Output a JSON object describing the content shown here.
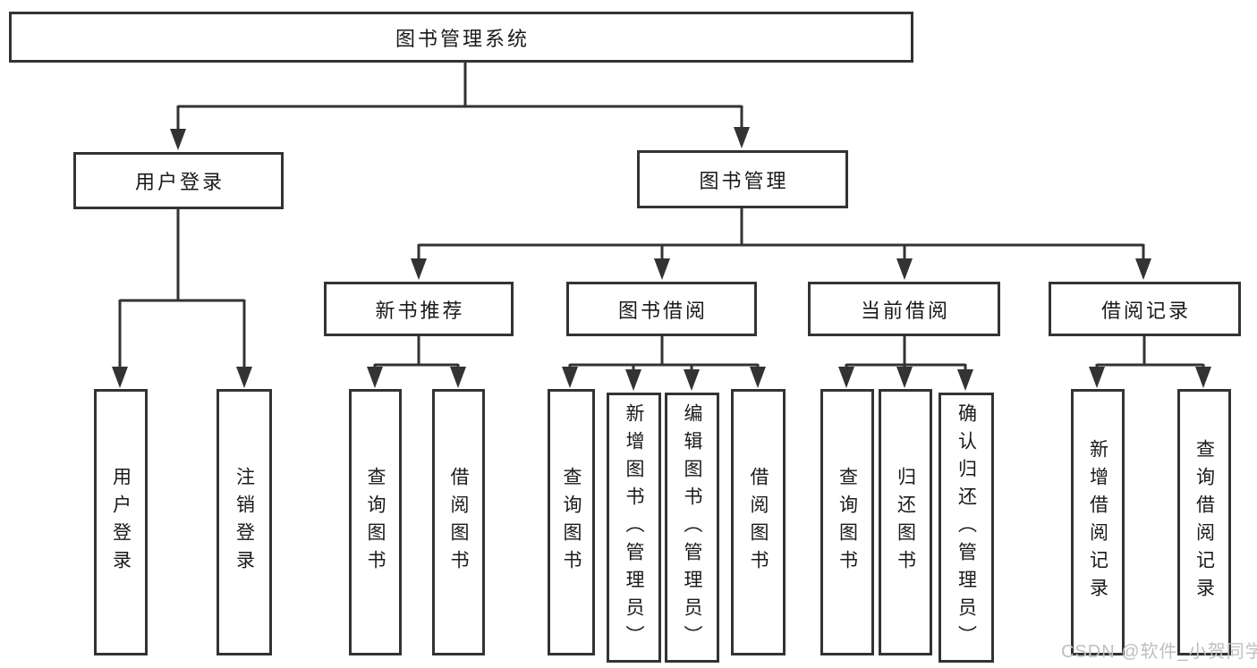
{
  "tree": {
    "label": "图书管理系统",
    "children": [
      {
        "label": "用户登录",
        "children": [
          {
            "label": "用户登录"
          },
          {
            "label": "注销登录"
          }
        ]
      },
      {
        "label": "图书管理",
        "children": [
          {
            "label": "新书推荐",
            "children": [
              {
                "label": "查询图书"
              },
              {
                "label": "借阅图书"
              }
            ]
          },
          {
            "label": "图书借阅",
            "children": [
              {
                "label": "查询图书"
              },
              {
                "label": "新增图书（管理员）"
              },
              {
                "label": "编辑图书（管理员）"
              },
              {
                "label": "借阅图书"
              }
            ]
          },
          {
            "label": "当前借阅",
            "children": [
              {
                "label": "查询图书"
              },
              {
                "label": "归还图书"
              },
              {
                "label": "确认归还（管理员）"
              }
            ]
          },
          {
            "label": "借阅记录",
            "children": [
              {
                "label": "新增借阅记录"
              },
              {
                "label": "查询借阅记录"
              }
            ]
          }
        ]
      }
    ]
  },
  "watermark": {
    "text": "CSDN @软件_小贺同学",
    "color": "#bfbfbf"
  },
  "colors": {
    "line": "#333333",
    "box_border": "#333333",
    "text": "#1a1a1a",
    "background": "#ffffff",
    "watermark": "#bfbfbf"
  }
}
